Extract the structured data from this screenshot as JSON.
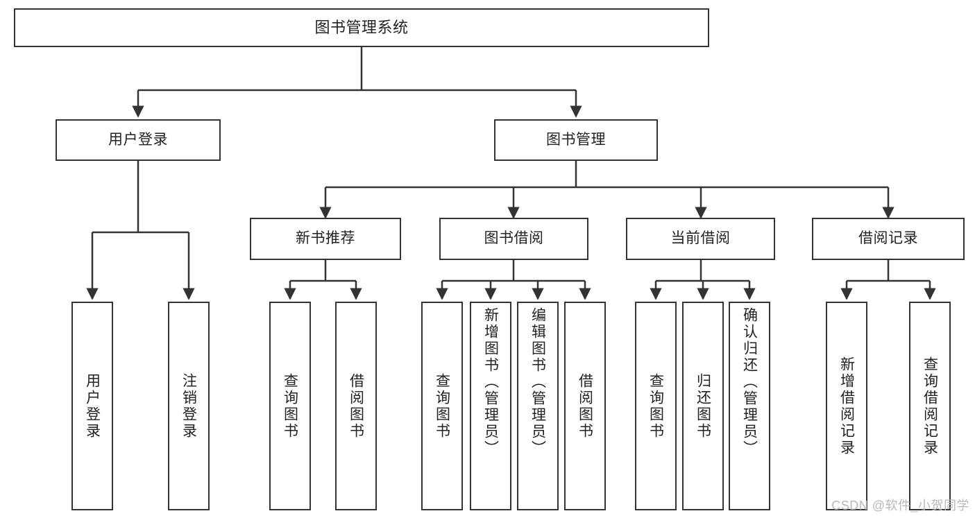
{
  "diagram": {
    "title": "图书管理系统",
    "type": "tree-hierarchy-diagram",
    "watermark": "CSDN @软件_小贺同学",
    "colors": {
      "stroke": "#333333",
      "fill": "#ffffff",
      "text": "#222222",
      "watermark": "#b8b8b8"
    },
    "root": {
      "label": "图书管理系统"
    },
    "level1": [
      {
        "label": "用户登录"
      },
      {
        "label": "图书管理"
      }
    ],
    "level2": [
      {
        "label": "新书推荐"
      },
      {
        "label": "图书借阅"
      },
      {
        "label": "当前借阅"
      },
      {
        "label": "借阅记录"
      }
    ],
    "leaves": {
      "user_login": [
        {
          "label": "用户登录"
        },
        {
          "label": "注销登录"
        }
      ],
      "new_book_recommend": [
        {
          "label": "查询图书"
        },
        {
          "label": "借阅图书"
        }
      ],
      "book_borrow": [
        {
          "label": "查询图书"
        },
        {
          "label": "新增图书（管理员）"
        },
        {
          "label": "编辑图书（管理员）"
        },
        {
          "label": "借阅图书"
        }
      ],
      "current_borrow": [
        {
          "label": "查询图书"
        },
        {
          "label": "归还图书"
        },
        {
          "label": "确认归还（管理员）"
        }
      ],
      "borrow_records": [
        {
          "label": "新增借阅记录"
        },
        {
          "label": "查询借阅记录"
        }
      ]
    }
  }
}
